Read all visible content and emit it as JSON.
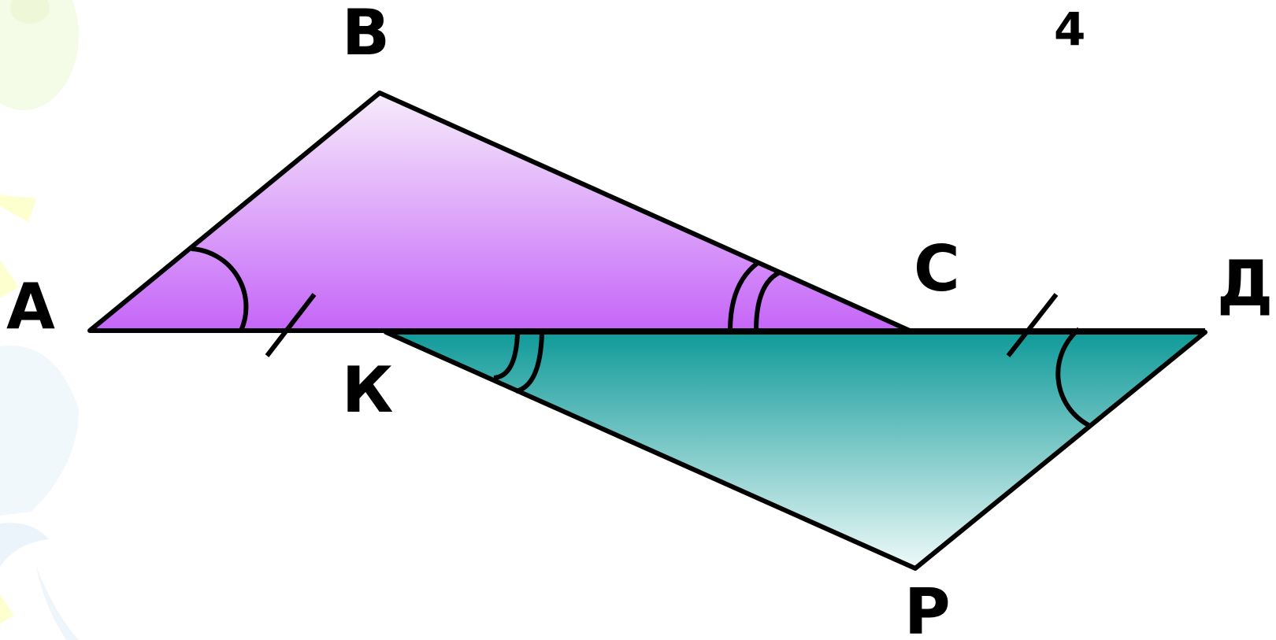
{
  "slide_number": "4",
  "vertices": {
    "a": "А",
    "b": "В",
    "c": "С",
    "d": "Д",
    "k": "К",
    "p": "Р"
  },
  "colors": {
    "triangle_top_fill_start": "#f7ecfb",
    "triangle_top_fill_end": "#c565f8",
    "triangle_bottom_fill_start": "#0f9a99",
    "triangle_bottom_fill_end": "#eefaf9",
    "stroke": "#000000"
  }
}
